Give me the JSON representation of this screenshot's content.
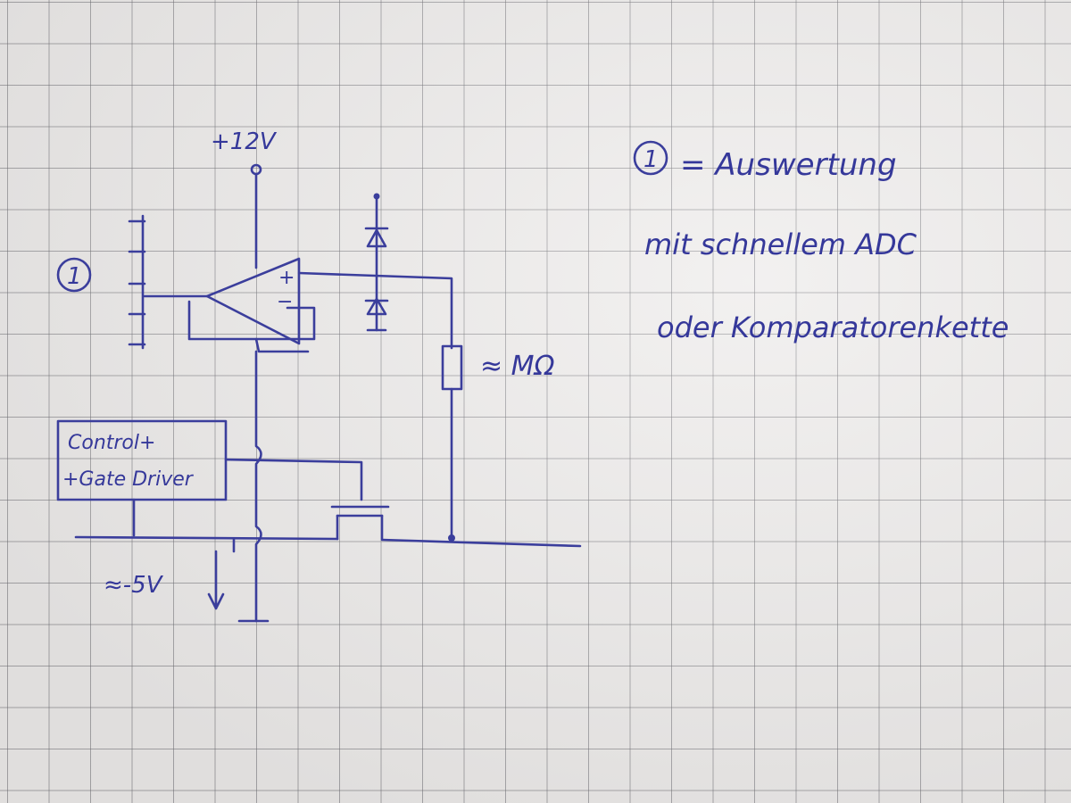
{
  "supply": {
    "positive": "+12V",
    "negative": "≈-5V"
  },
  "marker": {
    "symbol": "1"
  },
  "opamp": {
    "plus": "+",
    "minus": "−"
  },
  "driver_box": {
    "line1": "Control+",
    "line2": "+Gate Driver"
  },
  "resistor_label": "≈ MΩ",
  "note": {
    "marker": "1",
    "line1": "= Auswertung",
    "line2": "mit schnellem ADC",
    "line3": "oder Komparatorenkette"
  },
  "colors": {
    "ink": "#3b3e9c",
    "paper": "#eeeceb",
    "grid": "#6e6e73"
  }
}
